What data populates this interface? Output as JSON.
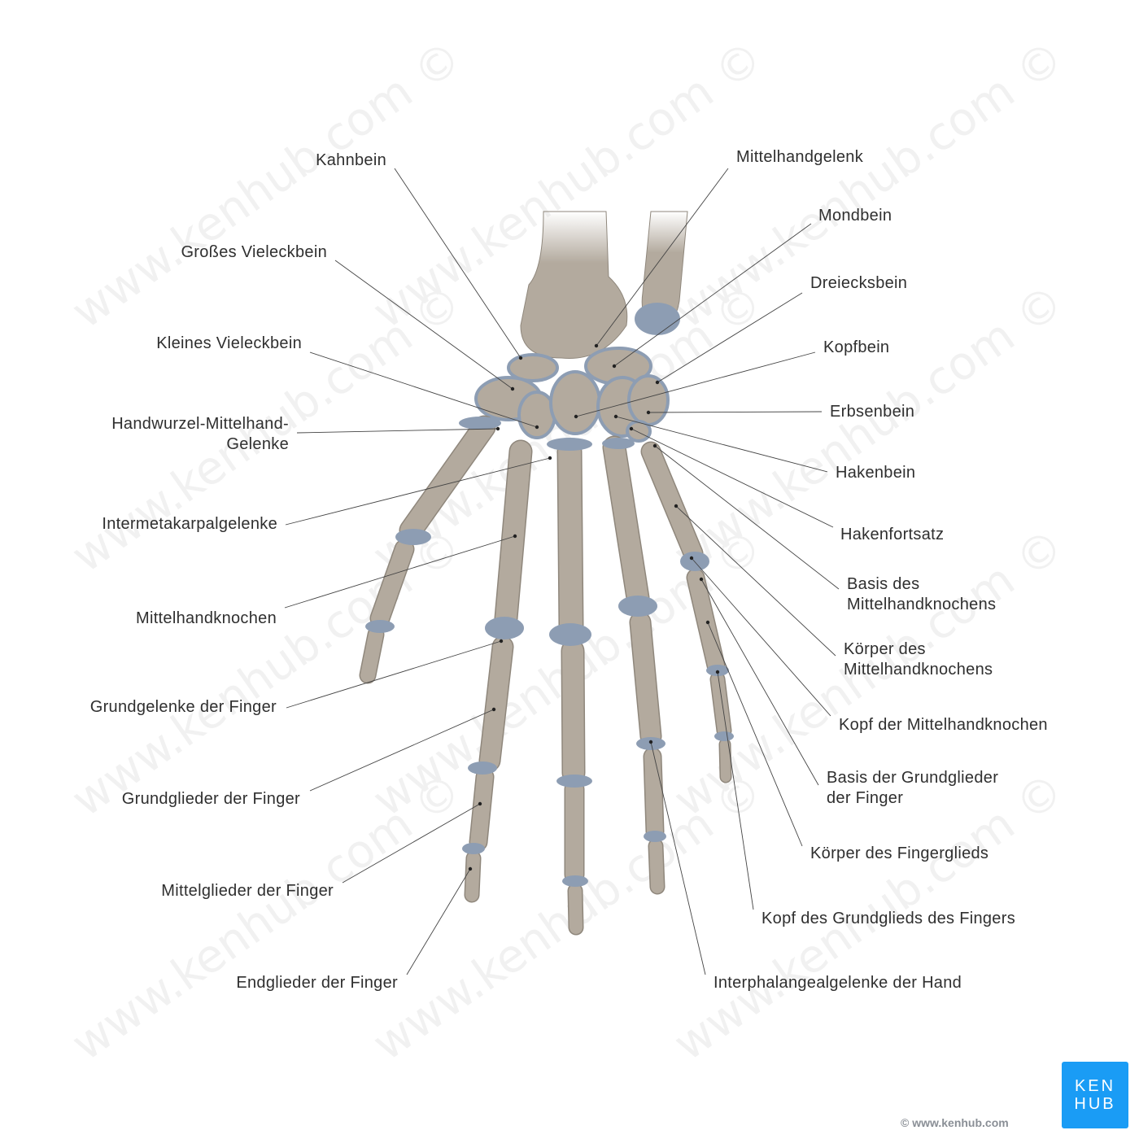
{
  "labels_left": [
    {
      "lines": [
        "Kahnbein"
      ]
    },
    {
      "lines": [
        "Großes Vieleckbein"
      ]
    },
    {
      "lines": [
        "Kleines Vieleckbein"
      ]
    },
    {
      "lines": [
        "Handwurzel-Mittelhand-",
        "Gelenke"
      ]
    },
    {
      "lines": [
        "Intermetakarpalgelenke"
      ]
    },
    {
      "lines": [
        "Mittelhandknochen"
      ]
    },
    {
      "lines": [
        "Grundgelenke der Finger"
      ]
    },
    {
      "lines": [
        "Grundglieder der Finger"
      ]
    },
    {
      "lines": [
        "Mittelglieder der Finger"
      ]
    },
    {
      "lines": [
        "Endglieder der Finger"
      ]
    }
  ],
  "labels_right": [
    {
      "lines": [
        "Mittelhandgelenk"
      ]
    },
    {
      "lines": [
        "Mondbein"
      ]
    },
    {
      "lines": [
        "Dreiecksbein"
      ]
    },
    {
      "lines": [
        "Kopfbein"
      ]
    },
    {
      "lines": [
        "Erbsenbein"
      ]
    },
    {
      "lines": [
        "Hakenbein"
      ]
    },
    {
      "lines": [
        "Hakenfortsatz"
      ]
    },
    {
      "lines": [
        "Basis des",
        "Mittelhandknochens"
      ]
    },
    {
      "lines": [
        "Körper des",
        "Mittelhandknochens"
      ]
    },
    {
      "lines": [
        "Kopf der Mittelhandknochen"
      ]
    },
    {
      "lines": [
        "Basis der Grundglieder",
        "der Finger"
      ]
    },
    {
      "lines": [
        "Körper des Fingerglieds"
      ]
    },
    {
      "lines": [
        "Kopf des Grundglieds des Fingers"
      ]
    },
    {
      "lines": [
        "Interphalangealgelenke der Hand"
      ]
    }
  ],
  "watermark": "www.kenhub.com ©",
  "logo": {
    "line1": "KEN",
    "line2": "HUB"
  },
  "copyright": "© www.kenhub.com",
  "colors": {
    "bone": "#b3aa9e",
    "bone_dark": "#8f877c",
    "cartilage": "#8d9db3",
    "line": "#444444",
    "logo": "#1a9cf5"
  }
}
